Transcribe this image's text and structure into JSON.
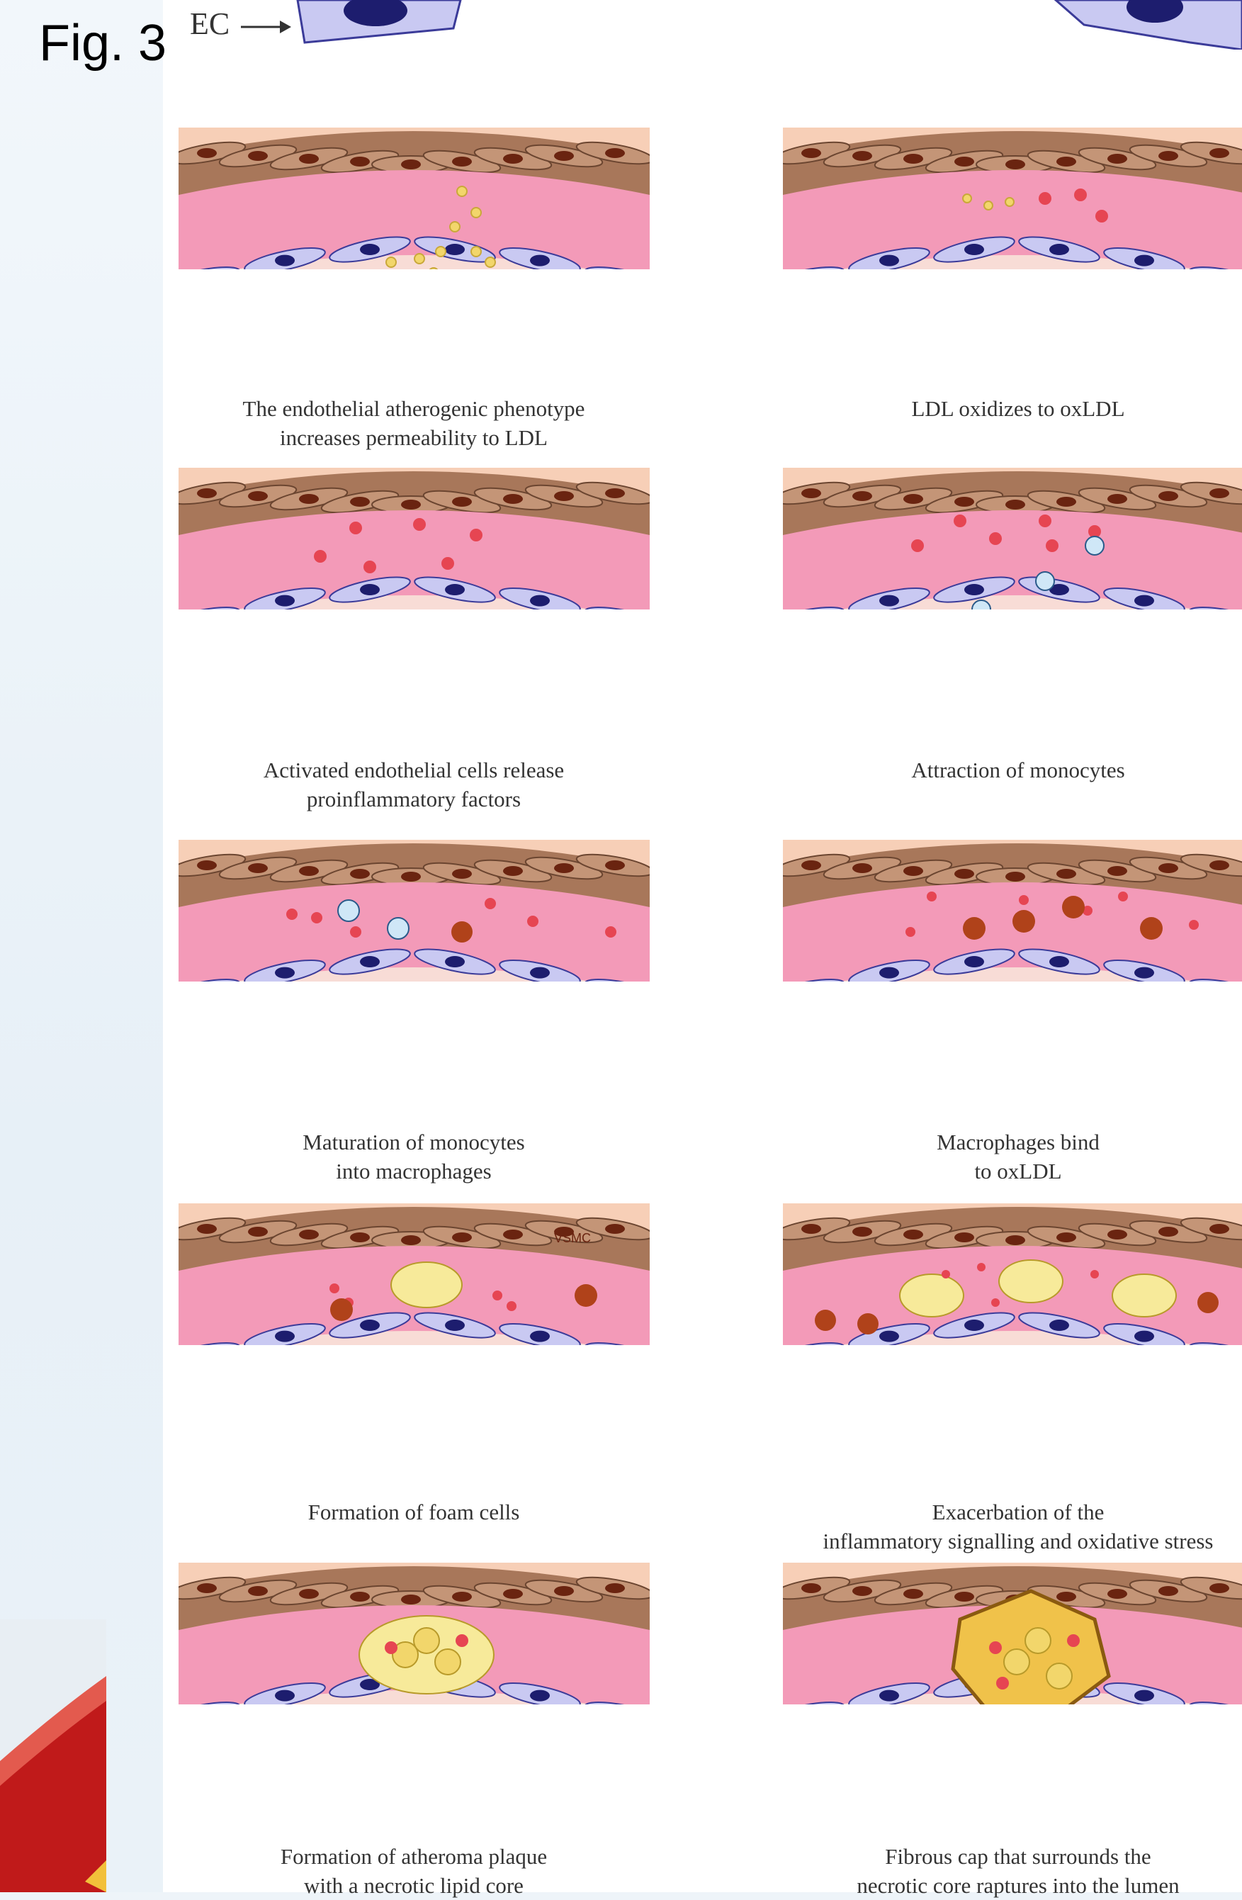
{
  "figure": {
    "label": "Fig. 3",
    "ec_label": "EC"
  },
  "panels": [
    {
      "caption_line1": "The endothelial atherogenic phenotype",
      "caption_line2": "increases permeability to LDL"
    },
    {
      "caption_line1": "LDL oxidizes to oxLDL",
      "caption_line2": ""
    },
    {
      "caption_line1": "Activated endothelial cells release",
      "caption_line2": "proinflammatory factors"
    },
    {
      "caption_line1": "Attraction of monocytes",
      "caption_line2": ""
    },
    {
      "caption_line1": "Maturation of monocytes",
      "caption_line2": "into macrophages"
    },
    {
      "caption_line1": "Macrophages bind",
      "caption_line2": "to oxLDL"
    },
    {
      "caption_line1": "Formation of foam cells",
      "caption_line2": ""
    },
    {
      "caption_line1": "Exacerbation of the",
      "caption_line2": "inflammatory signalling and oxidative stress"
    },
    {
      "caption_line1": "Formation of atheroma plaque",
      "caption_line2": "with a necrotic lipid core"
    },
    {
      "caption_line1": "Fibrous cap that surrounds the",
      "caption_line2": "necrotic core raptures into the lumen"
    }
  ],
  "vsmc_label": "VSMC",
  "colors": {
    "intima": "#f39ab8",
    "adventitia": "#f7cfb7",
    "lumen": "#f8dcd6",
    "smooth_muscle": "#a8775a",
    "nucleus": "#6a2410",
    "endothelium": "#c9c9f2",
    "oxldl": "#e64552",
    "ldl": "#f2d66b",
    "macrophage": "#b0421a",
    "monocyte": "#cfe7f7",
    "foam": "#f7ea9a"
  }
}
